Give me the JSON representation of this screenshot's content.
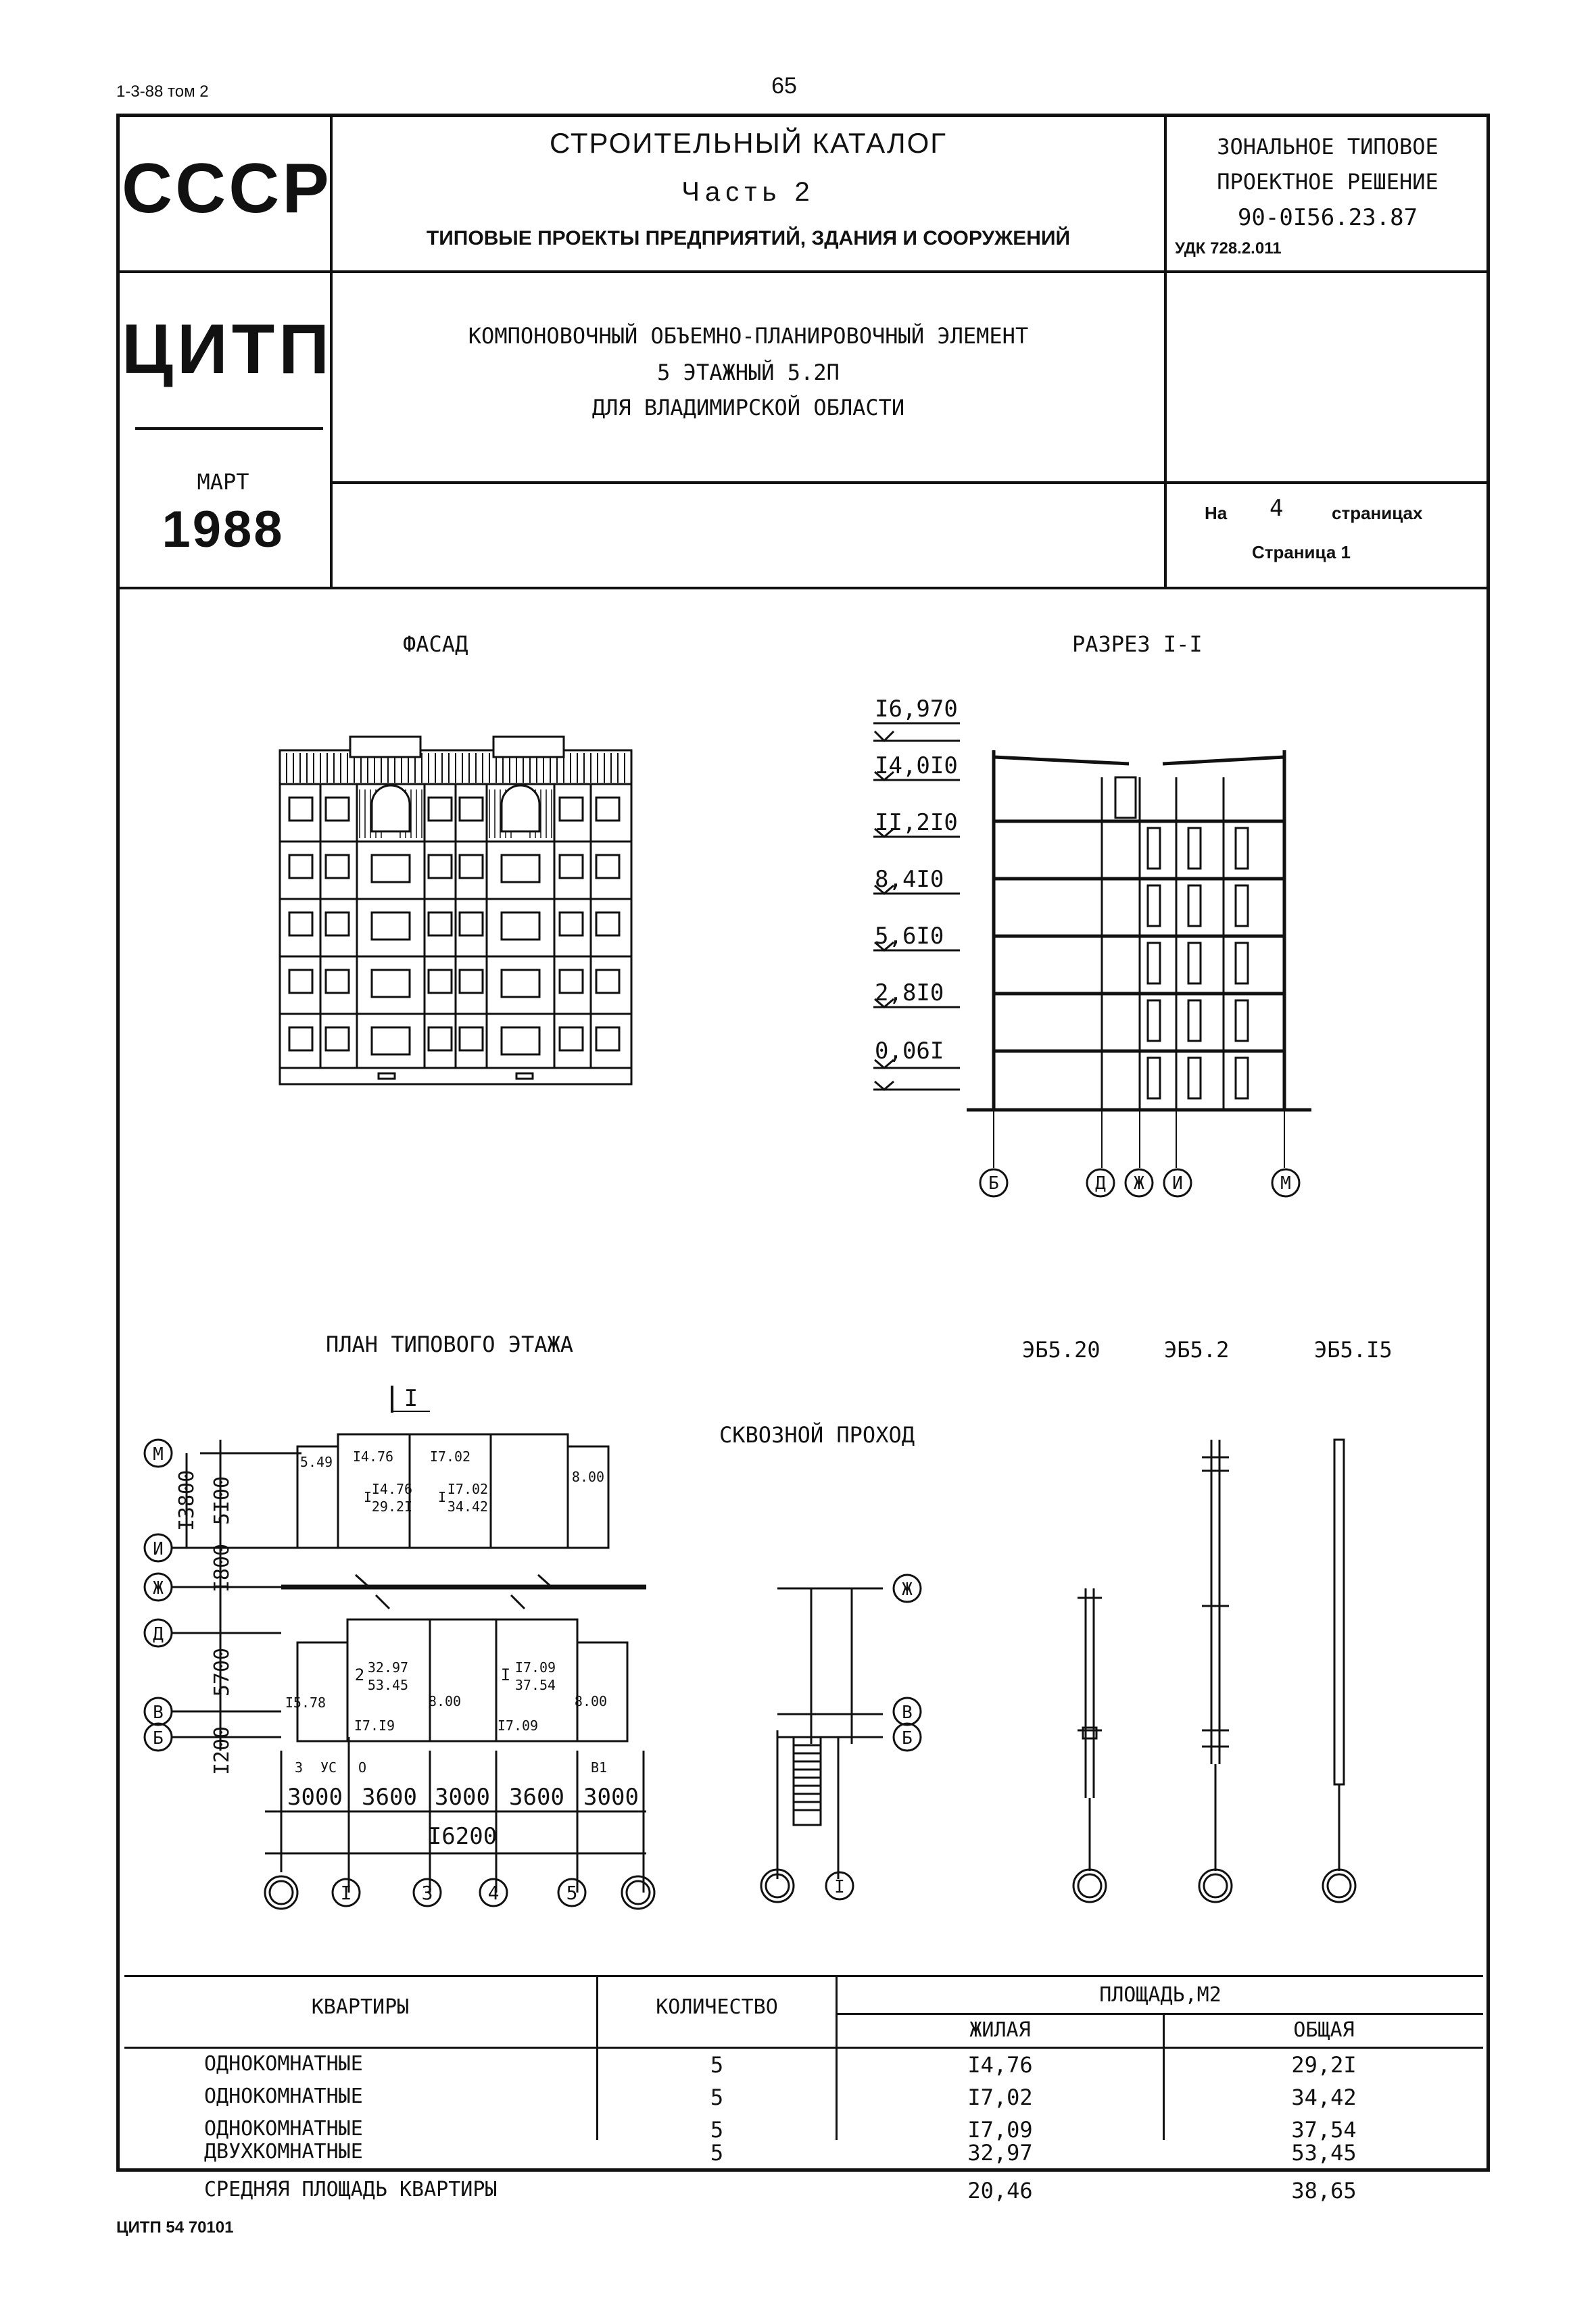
{
  "page": {
    "doc_code": "1-3-88 том 2",
    "page_number": "65",
    "footer_code": "ЦИТП 54 70101"
  },
  "header": {
    "country": "СССР",
    "org": "ЦИТП",
    "month": "МАРТ",
    "year": "1988",
    "catalog_title": "СТРОИТЕЛЬНЫЙ КАТАЛОГ",
    "catalog_part": "Часть 2",
    "catalog_subtitle": "ТИПОВЫЕ ПРОЕКТЫ ПРЕДПРИЯТИЙ, ЗДАНИЯ И СООРУЖЕНИЙ",
    "solution_line1": "ЗОНАЛЬНОЕ ТИПОВОЕ",
    "solution_line2": "ПРОЕКТНОЕ РЕШЕНИЕ",
    "solution_number": "90-0I56.23.87",
    "udk": "УДК 728.2.011",
    "element_line1": "КОМПОНОВОЧНЫЙ ОБЪЕМНО-ПЛАНИРОВОЧНЫЙ ЭЛЕМЕНТ",
    "element_line2": "5 ЭТАЖНЫЙ 5.2П",
    "element_line3": "ДЛЯ ВЛАДИМИРСКОЙ ОБЛАСТИ",
    "pages_prefix": "На",
    "pages_count": "4",
    "pages_suffix": "страницах",
    "page_label": "Страница 1"
  },
  "drawings": {
    "facade_title": "ФАСАД",
    "section_title": "РАЗРЕЗ I-I",
    "plan_title": "ПЛАН ТИПОВОГО ЭТАЖА",
    "passage_title": "СКВОЗНОЙ ПРОХОД",
    "panel_labels": [
      "ЭБ5.20",
      "ЭБ5.2",
      "ЭБ5.I5"
    ],
    "elevations": [
      "I6,970",
      "I4,0I0",
      "II,2I0",
      "8,4I0",
      "5,6I0",
      "2,8I0",
      "0,06I"
    ],
    "section_axes": [
      "Б",
      "Д",
      "Ж",
      "И",
      "М"
    ],
    "plan_axes_rows": [
      "М",
      "И",
      "Ж",
      "Д",
      "В",
      "Б"
    ],
    "plan_row_dims": [
      "I3800",
      "5I00",
      "I800",
      "5700",
      "I200"
    ],
    "plan_col_dims": [
      "3000",
      "3600",
      "3000",
      "3600",
      "3000"
    ],
    "plan_total_dim": "I6200",
    "plan_col_axes": [
      "",
      "I",
      "3",
      "4",
      "5",
      ""
    ],
    "plan_section_mark": "I",
    "plan_room_labels": {
      "top_left": "5.49",
      "apt1_living": "I4.76",
      "apt1_fraction_top": "I4.76",
      "apt1_fraction_bottom": "29.2I",
      "apt1_count": "I",
      "apt2_living": "I7.02",
      "apt2_fraction_top": "I7.02",
      "apt2_fraction_bottom": "34.42",
      "apt2_count": "I",
      "top_right": "8.00",
      "apt3_count": "2",
      "apt3_fraction_top": "32.97",
      "apt3_fraction_bottom": "53.45",
      "apt4_count": "I",
      "apt4_fraction_top": "I7.09",
      "apt4_fraction_bottom": "37.54",
      "left_area": "I5.78",
      "mid_area": "8.00",
      "right_area": "8.00",
      "bottom_left": "I7.I9",
      "bottom_right": "I7.09",
      "mark_3": "3",
      "mark_us": "УС",
      "mark_o": "О",
      "mark_v1": "В1"
    },
    "passage_axes": [
      "Ж",
      "В",
      "Б"
    ],
    "passage_col_axes": [
      "",
      "I"
    ]
  },
  "table": {
    "col_apartments": "КВАРТИРЫ",
    "col_count": "КОЛИЧЕСТВО",
    "col_area": "ПЛОЩАДЬ,М2",
    "col_living": "ЖИЛАЯ",
    "col_total": "ОБЩАЯ",
    "rows": [
      {
        "type": "ОДНОКОМНАТНЫЕ",
        "count": "5",
        "living": "I4,76",
        "total": "29,2I"
      },
      {
        "type": "ОДНОКОМНАТНЫЕ",
        "count": "5",
        "living": "I7,02",
        "total": "34,42"
      },
      {
        "type": "ОДНОКОМНАТНЫЕ",
        "count": "5",
        "living": "I7,09",
        "total": "37,54"
      },
      {
        "type": "ДВУХКОМНАТНЫЕ",
        "count": "5",
        "living": "32,97",
        "total": "53,45"
      }
    ],
    "average_label": "СРЕДНЯЯ ПЛОЩАДЬ КВАРТИРЫ",
    "average_living": "20,46",
    "average_total": "38,65"
  }
}
